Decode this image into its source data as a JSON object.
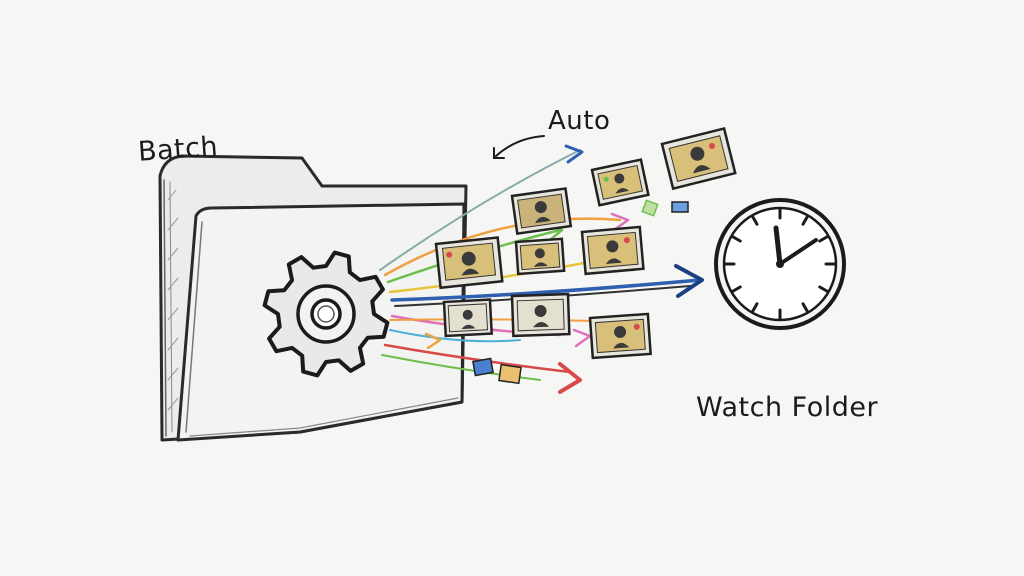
{
  "labels": {
    "batch": "Batch",
    "auto": "Auto",
    "watch_folder": "Watch Folder"
  },
  "icons": [
    "folder-icon",
    "gear-icon",
    "clock-icon",
    "photo-thumbnail-icon",
    "arrow-icon"
  ],
  "colors": {
    "ink": "#1b1b1b",
    "background": "#f6f6f4",
    "arrow_blue": "#2f5fb0",
    "arrow_red": "#d84a4a",
    "arrow_green": "#6cbf4c",
    "arrow_yellow": "#e6c53a",
    "arrow_pink": "#e070b8",
    "arrow_orange": "#f0a040"
  }
}
